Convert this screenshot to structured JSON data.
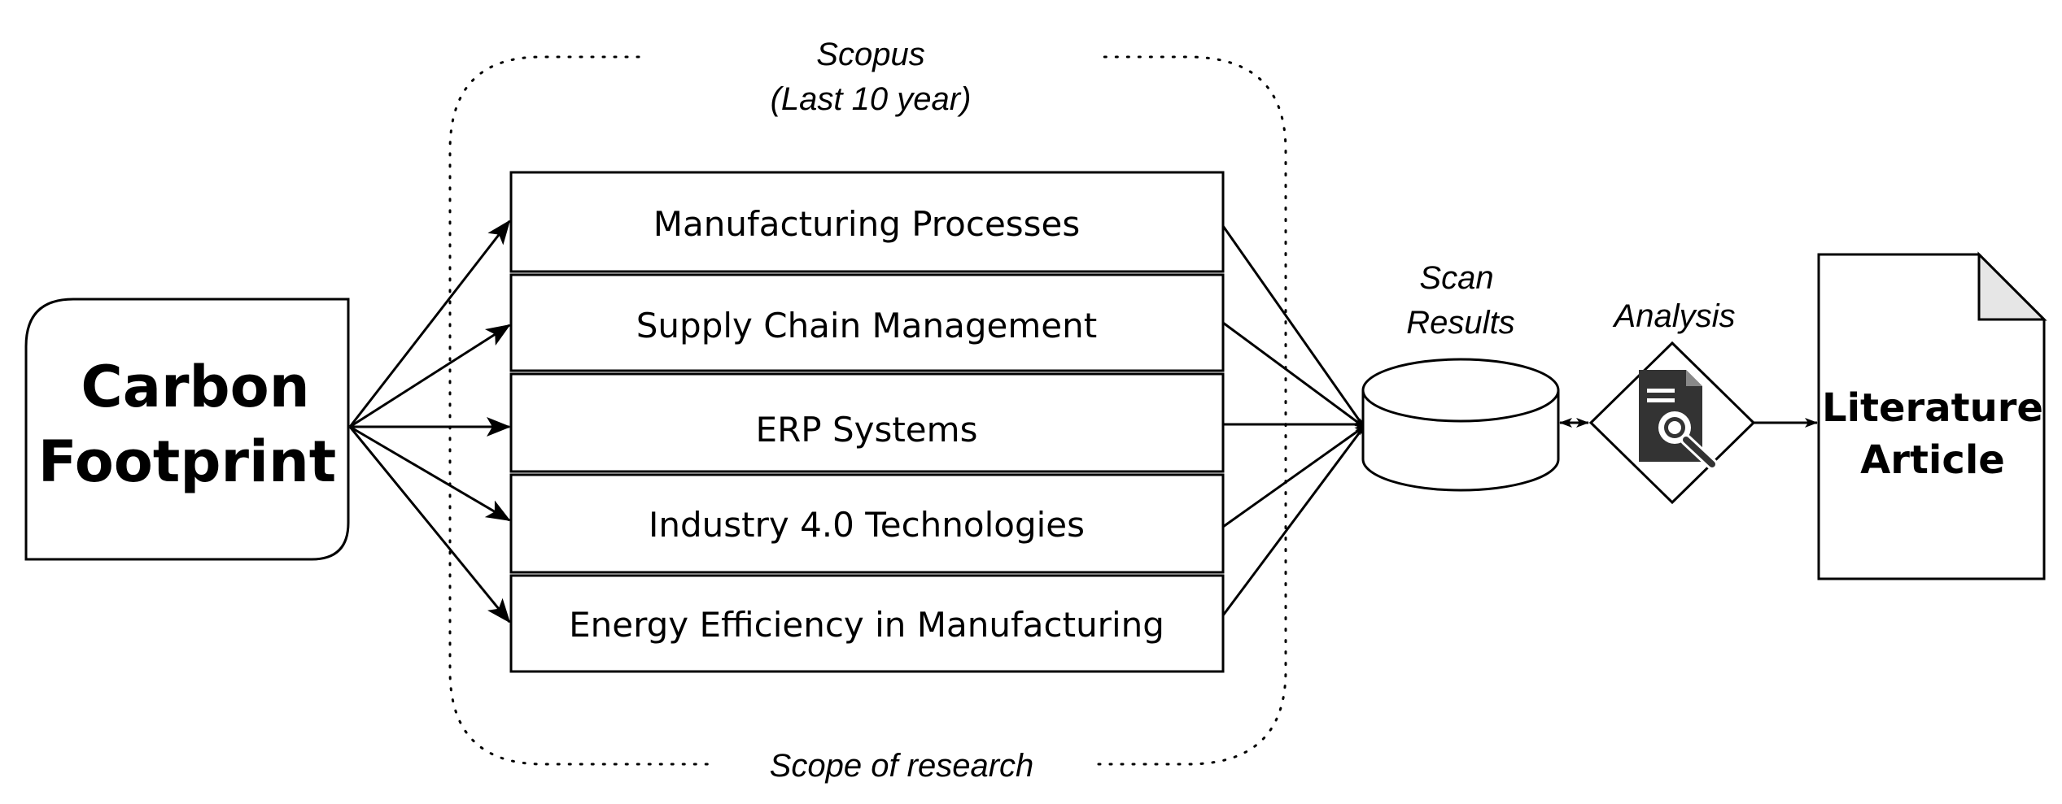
{
  "source": {
    "line1": "Carbon",
    "line2": "Footprint"
  },
  "scope": {
    "line1": "Scopus",
    "line2": "(Last 10 year)",
    "footer": "Scope of research"
  },
  "topics": [
    "Manufacturing Processes",
    "Supply Chain Management",
    "ERP Systems",
    "Industry 4.0 Technologies",
    "Energy Efficiency in Manufacturing"
  ],
  "database": {
    "line1": "Scan",
    "line2": "Results"
  },
  "analysis": {
    "label": "Analysis",
    "icon": "document-search-icon"
  },
  "output": {
    "line1": "Literature",
    "line2": "Article"
  },
  "colors": {
    "stroke": "#000000",
    "icon": "#333333",
    "fold": "#e6e6e6"
  }
}
